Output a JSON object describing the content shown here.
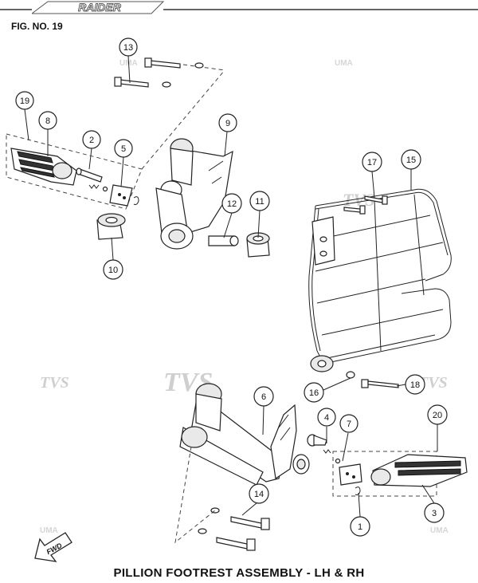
{
  "header": {
    "brand_logo_text": "RAIDER",
    "figure_number": "FIG. NO. 19"
  },
  "caption": "PILLION FOOTREST ASSEMBLY - LH & RH",
  "fwd_label": "FWD",
  "watermarks": {
    "tvs": "TVS",
    "small": "UMA"
  },
  "callouts": [
    "13",
    "19",
    "8",
    "2",
    "5",
    "9",
    "10",
    "12",
    "11",
    "17",
    "15",
    "16",
    "18",
    "6",
    "4",
    "7",
    "20",
    "14",
    "3",
    "1"
  ],
  "colors": {
    "line": "#222222",
    "watermark": "#cfcfcf",
    "background": "#ffffff"
  }
}
